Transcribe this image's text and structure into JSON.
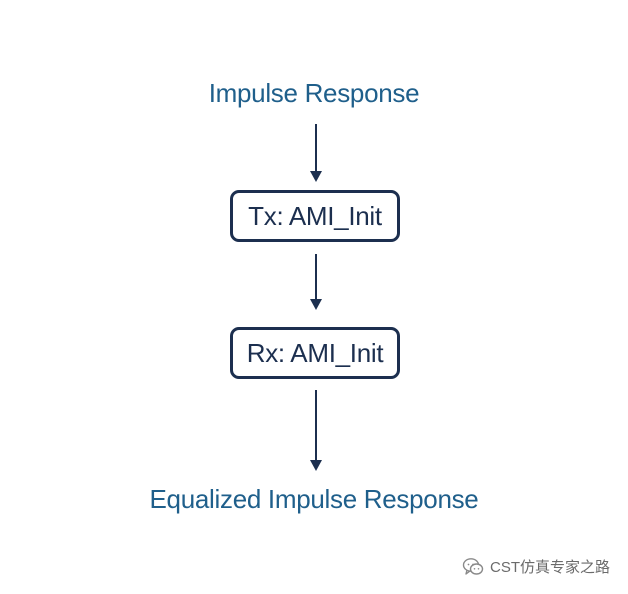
{
  "diagram": {
    "top_label": "Impulse Response",
    "node_1": "Tx: AMI_Init",
    "node_2": "Rx: AMI_Init",
    "bottom_label": "Equalized Impulse Response"
  },
  "watermark": {
    "icon": "wechat-icon",
    "text": "CST仿真专家之路"
  },
  "colors": {
    "label_text": "#1f5f8b",
    "node_border": "#1c2f4f",
    "arrow": "#1c2f4f",
    "background": "#ffffff"
  }
}
